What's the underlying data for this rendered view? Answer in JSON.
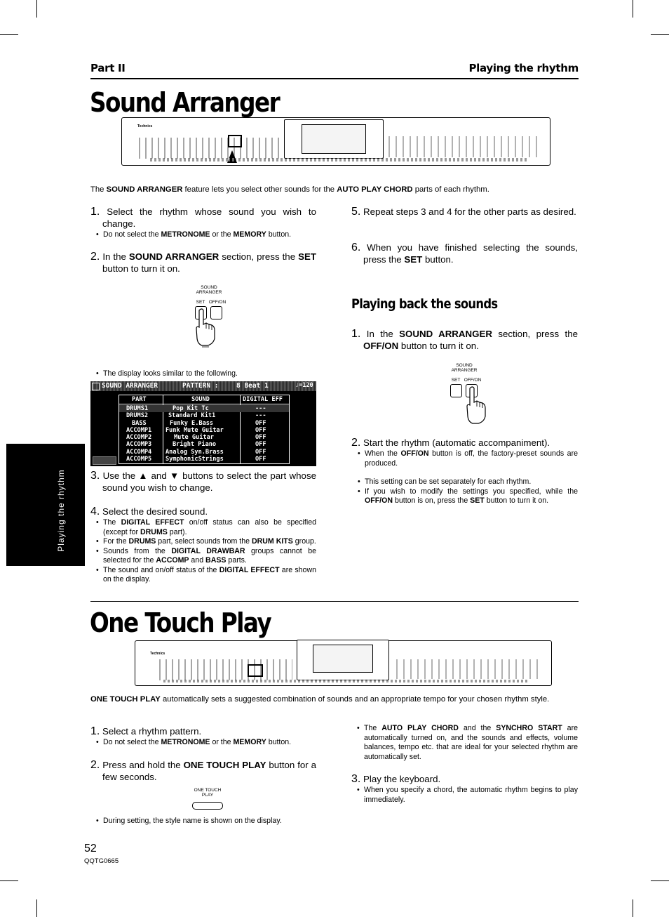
{
  "header": {
    "left": "Part II",
    "right": "Playing the rhythm"
  },
  "side_tab": "Playing the rhythm",
  "section1": {
    "title": "Sound Arranger",
    "intro": [
      "The ",
      "SOUND ARRANGER",
      " feature lets you select other sounds for the ",
      "AUTO PLAY CHORD",
      " parts of each rhythm."
    ],
    "steps": [
      {
        "num": "1.",
        "text": "Select the rhythm whose sound you wish to change.",
        "bullets": [
          [
            "Do not select the ",
            "METRONOME",
            " or the ",
            "MEMORY",
            " button."
          ]
        ]
      },
      {
        "num": "2.",
        "text": [
          "In the ",
          "SOUND ARRANGER",
          " section, press the ",
          "SET",
          " button to turn it on."
        ]
      },
      {
        "num": "3.",
        "text": "Use the ▲ and ▼ buttons to select the part whose sound you wish to change."
      },
      {
        "num": "4.",
        "text": "Select the desired sound.",
        "bullets": [
          [
            "The ",
            "DIGITAL EFFECT",
            " on/off status can also be specified (except for ",
            "DRUMS",
            " part)."
          ],
          [
            "For the ",
            "DRUMS",
            " part, select sounds from the ",
            "DRUM KITS",
            " group."
          ],
          [
            "Sounds from the ",
            "DIGITAL DRAWBAR",
            " groups cannot be selected for the ",
            "ACCOMP",
            " and ",
            "BASS",
            " parts."
          ],
          [
            "The sound and on/off status of the ",
            "DIGITAL EFFECT",
            " are shown on the display."
          ]
        ]
      },
      {
        "num": "5.",
        "text": "Repeat steps 3 and 4 for the other parts as desired."
      },
      {
        "num": "6.",
        "text": [
          "When you have finished selecting the sounds, press the ",
          "SET",
          " button."
        ]
      }
    ],
    "display_note": "The display looks similar to the following.",
    "button_panel": {
      "title1": "SOUND",
      "title2": "ARRANGER",
      "set": "SET",
      "offon": "OFF/ON"
    }
  },
  "lcd": {
    "title": "SOUND ARRANGER",
    "pattern_label": "PATTERN :",
    "pattern_value": "8 Beat 1",
    "tempo": "♩=120",
    "columns": [
      "PART",
      "SOUND",
      "DIGITAL EFF"
    ],
    "rows": [
      [
        "DRUMS1",
        "Pop Kit Tc",
        "---"
      ],
      [
        "DRUMS2",
        "Standard Kit1",
        "---"
      ],
      [
        "BASS",
        "Funky E.Bass",
        "OFF"
      ],
      [
        "ACCOMP1",
        "Funk Mute Guitar",
        "OFF"
      ],
      [
        "ACCOMP2",
        "Mute Guitar",
        "OFF"
      ],
      [
        "ACCOMP3",
        "Bright Piano",
        "OFF"
      ],
      [
        "ACCOMP4",
        "Analog Syn.Brass",
        "OFF"
      ],
      [
        "ACCOMP5",
        "SymphonicStrings",
        "OFF"
      ]
    ]
  },
  "playback": {
    "title": "Playing back the sounds",
    "steps": [
      {
        "num": "1.",
        "text": [
          "In the ",
          "SOUND ARRANGER",
          " section, press the ",
          "OFF/ON",
          " button to turn it on."
        ]
      },
      {
        "num": "2.",
        "text": "Start the rhythm (automatic accompaniment).",
        "bullets": [
          [
            "When the ",
            "OFF/ON",
            " button is off, the factory-preset sounds are produced."
          ],
          [
            "This setting can be set separately for each rhythm."
          ],
          [
            "If you wish to modify the settings you specified, while the ",
            "OFF/ON",
            " button is on, press the ",
            "SET",
            " button to turn it on."
          ]
        ]
      }
    ]
  },
  "section2": {
    "title": "One Touch Play",
    "intro": [
      "ONE TOUCH PLAY",
      " automatically sets a suggested combination of sounds and an appropriate tempo for your chosen rhythm style."
    ],
    "steps": [
      {
        "num": "1.",
        "text": "Select a rhythm pattern.",
        "bullets": [
          [
            "Do not select the ",
            "METRONOME",
            " or the ",
            "MEMORY",
            " button."
          ]
        ]
      },
      {
        "num": "2.",
        "text": [
          "Press and hold the ",
          "ONE TOUCH PLAY",
          " button for a few seconds."
        ]
      },
      {
        "num": "3.",
        "text": "Play the keyboard.",
        "bullets": [
          [
            "When you specify a chord, the automatic rhythm begins to play immediately."
          ]
        ]
      }
    ],
    "setting_note": "During setting, the style name is shown on the display.",
    "right_bullet": [
      "The ",
      "AUTO PLAY CHORD",
      " and the ",
      "SYNCHRO START",
      " are automatically turned on, and the sounds and effects, volume balances, tempo etc. that are ideal for your selected rhythm are automatically set."
    ],
    "button_label1": "ONE TOUCH",
    "button_label2": "PLAY"
  },
  "keyboard_brand": "Technics",
  "footer": {
    "page": "52",
    "code": "QQTG0665"
  }
}
